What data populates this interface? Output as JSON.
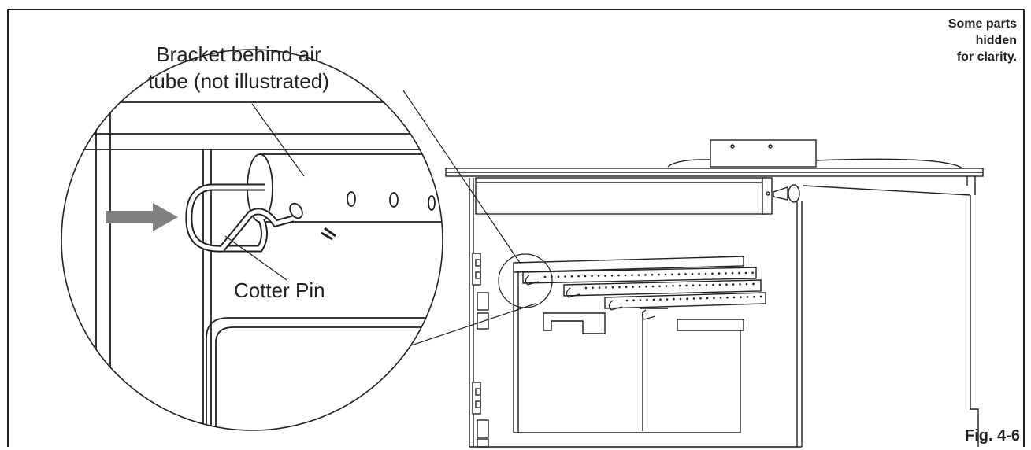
{
  "figure": {
    "note_lines": [
      "Some parts",
      "hidden",
      "for clarity."
    ],
    "fig_label": "Fig. 4-6",
    "callouts": {
      "bracket_lines": [
        "Bracket behind air",
        "tube (not illustrated)"
      ],
      "cotter_pin": "Cotter Pin"
    },
    "colors": {
      "line": "#231f20",
      "arrow": "#808080",
      "background": "#ffffff"
    }
  }
}
